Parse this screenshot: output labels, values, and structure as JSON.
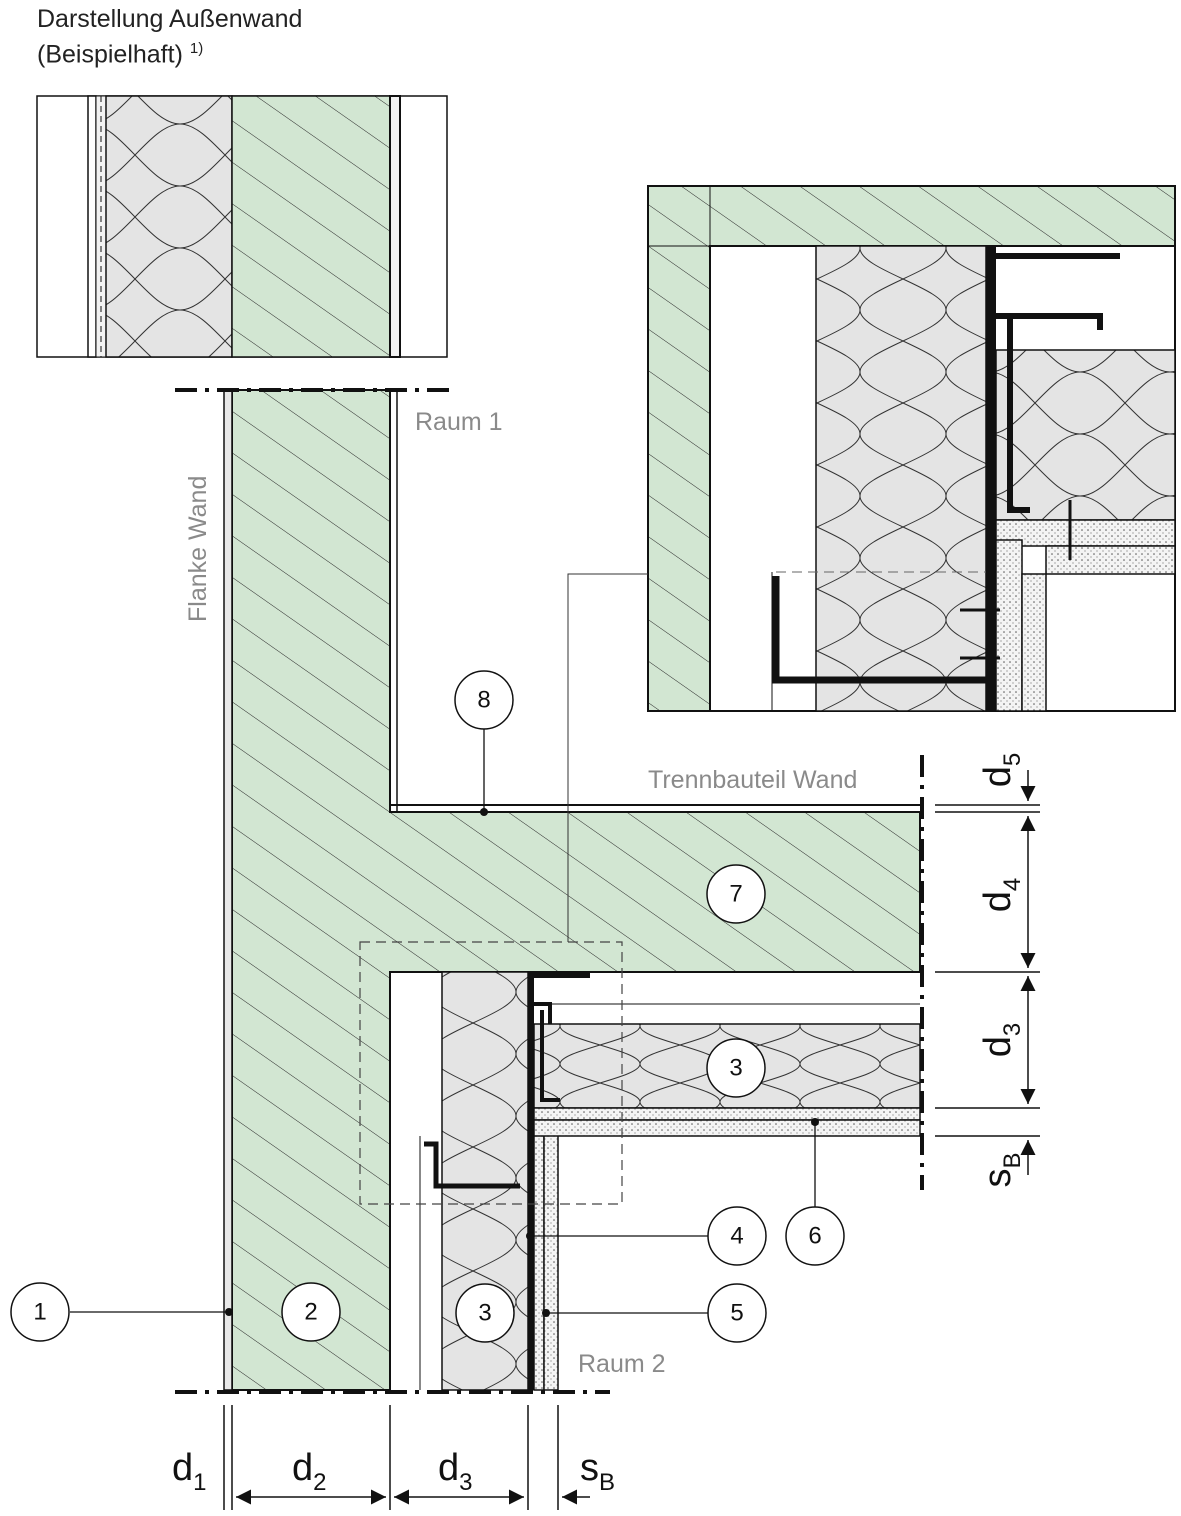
{
  "title": {
    "line1": "Darstellung Außenwand",
    "line2": "(Beispielhaft)",
    "footnote": "1)"
  },
  "labels": {
    "raum1": "Raum 1",
    "raum2": "Raum 2",
    "flanke": "Flanke Wand",
    "trennbauteil": "Trennbauteil Wand"
  },
  "callouts": [
    "1",
    "2",
    "3",
    "3",
    "4",
    "5",
    "6",
    "7",
    "8"
  ],
  "dimensions": {
    "d1": {
      "base": "d",
      "sub": "1"
    },
    "d2": {
      "base": "d",
      "sub": "2"
    },
    "d3": {
      "base": "d",
      "sub": "3"
    },
    "sB": {
      "base": "s",
      "sub": "B"
    },
    "d3r": {
      "base": "d",
      "sub": "3"
    },
    "d4": {
      "base": "d",
      "sub": "4"
    },
    "d5": {
      "base": "d",
      "sub": "5"
    },
    "sBr": {
      "base": "s",
      "sub": "B"
    }
  },
  "colors": {
    "concrete": "#d2e6d2",
    "insulation": "#e4e4e4",
    "board": "#f2f2f2",
    "line": "#111111",
    "label": "#8a8a8a"
  }
}
